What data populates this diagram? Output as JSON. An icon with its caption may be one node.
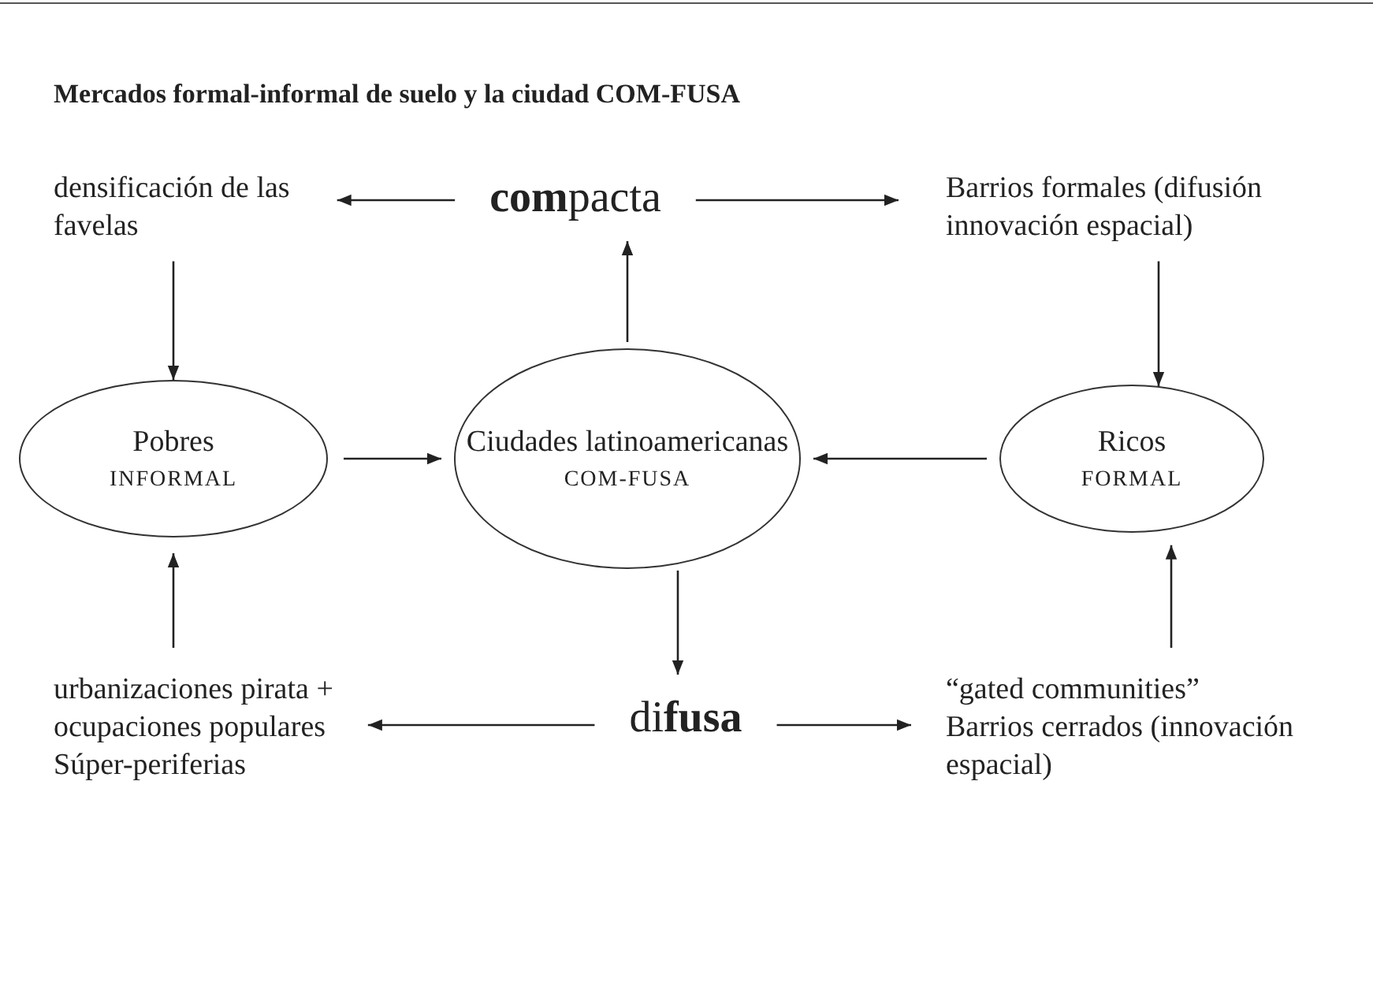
{
  "diagram": {
    "title": "Mercados formal-informal de suelo y la ciudad COM-FUSA",
    "nodes": [
      {
        "text": [
          "densificación de las favelas"
        ]
      },
      {
        "text": [
          "**com**pacta"
        ]
      },
      {
        "text": [
          "Barrios formales (difusión innovación espacial)"
        ]
      },
      {
        "text": [
          "Pobres",
          "INFORMAL"
        ]
      },
      {
        "text": [
          "Ciudades latinoamericanas",
          "COM-FUSA"
        ]
      },
      {
        "text": [
          "Ricos",
          "FORMAL"
        ]
      },
      {
        "text": [
          "urbanizaciones pirata + ocupaciones populares",
          "Súper-periferias"
        ]
      },
      {
        "text": [
          "di**fusa**"
        ]
      },
      {
        "text": [
          "“gated communities”",
          "Barrios cerrados (innovación espacial)"
        ]
      }
    ],
    "edges": [
      {
        "from": 1,
        "to": 0,
        "arrow": "to"
      },
      {
        "from": 1,
        "to": 2,
        "arrow": "to"
      },
      {
        "from": 0,
        "to": 3,
        "arrow": "to"
      },
      {
        "from": 2,
        "to": 5,
        "arrow": "to"
      },
      {
        "from": 3,
        "to": 4,
        "arrow": "to"
      },
      {
        "from": 5,
        "to": 4,
        "arrow": "to"
      },
      {
        "from": 4,
        "to": 1,
        "arrow": "to"
      },
      {
        "from": 4,
        "to": 7,
        "arrow": "to"
      },
      {
        "from": 6,
        "to": 3,
        "arrow": "to"
      },
      {
        "from": 8,
        "to": 5,
        "arrow": "to"
      },
      {
        "from": 7,
        "to": 6,
        "arrow": "to"
      },
      {
        "from": 7,
        "to": 8,
        "arrow": "to"
      }
    ]
  }
}
